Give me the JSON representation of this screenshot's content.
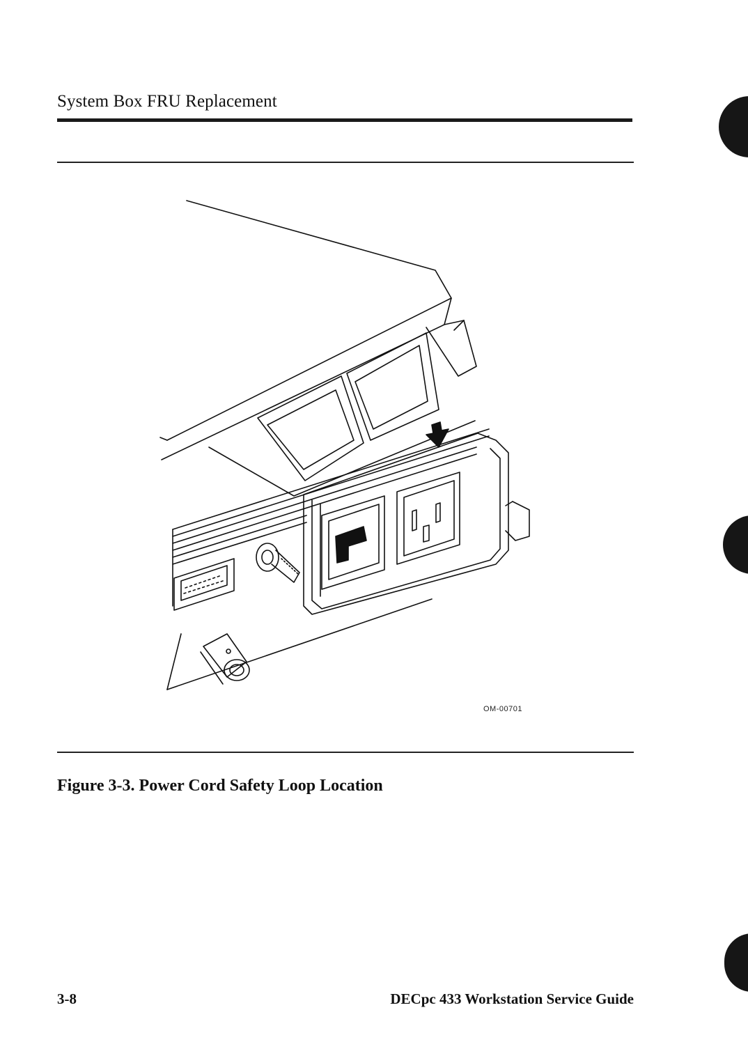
{
  "header": {
    "running_title": "System Box FRU Replacement"
  },
  "figure": {
    "identifier": "OM-00701",
    "caption": "Figure 3-3.  Power Cord Safety Loop Location"
  },
  "footer": {
    "page_number": "3-8",
    "book_title": "DECpc 433 Workstation Service Guide"
  }
}
